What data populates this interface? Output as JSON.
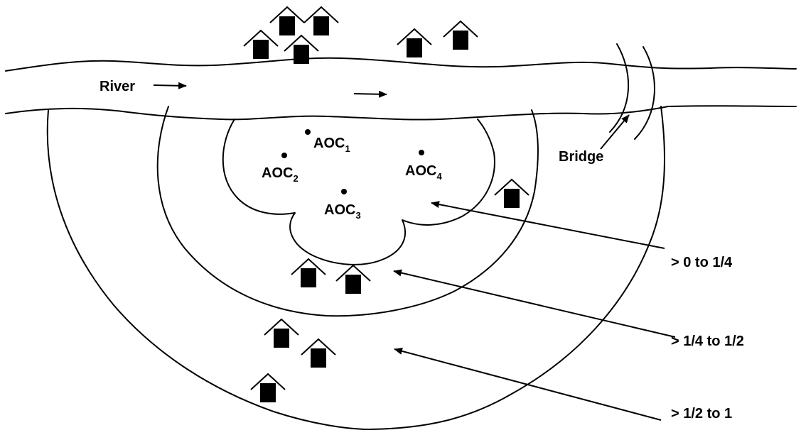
{
  "labels": {
    "river": "River",
    "bridge": "Bridge",
    "aoc_prefix": "AOC",
    "aoc": [
      {
        "name": "AOC",
        "sub": "1"
      },
      {
        "name": "AOC",
        "sub": "2"
      },
      {
        "name": "AOC",
        "sub": "3"
      },
      {
        "name": "AOC",
        "sub": "4"
      }
    ]
  },
  "distance_zones": [
    {
      "label": "> 0 to 1/4"
    },
    {
      "label": "> 1/4 to 1/2"
    },
    {
      "label": "> 1/2 to 1"
    }
  ],
  "colors": {
    "ink": "#000000",
    "background": "#ffffff"
  },
  "icons": [
    "house-icon",
    "arrow-icon",
    "bridge-icon"
  ]
}
